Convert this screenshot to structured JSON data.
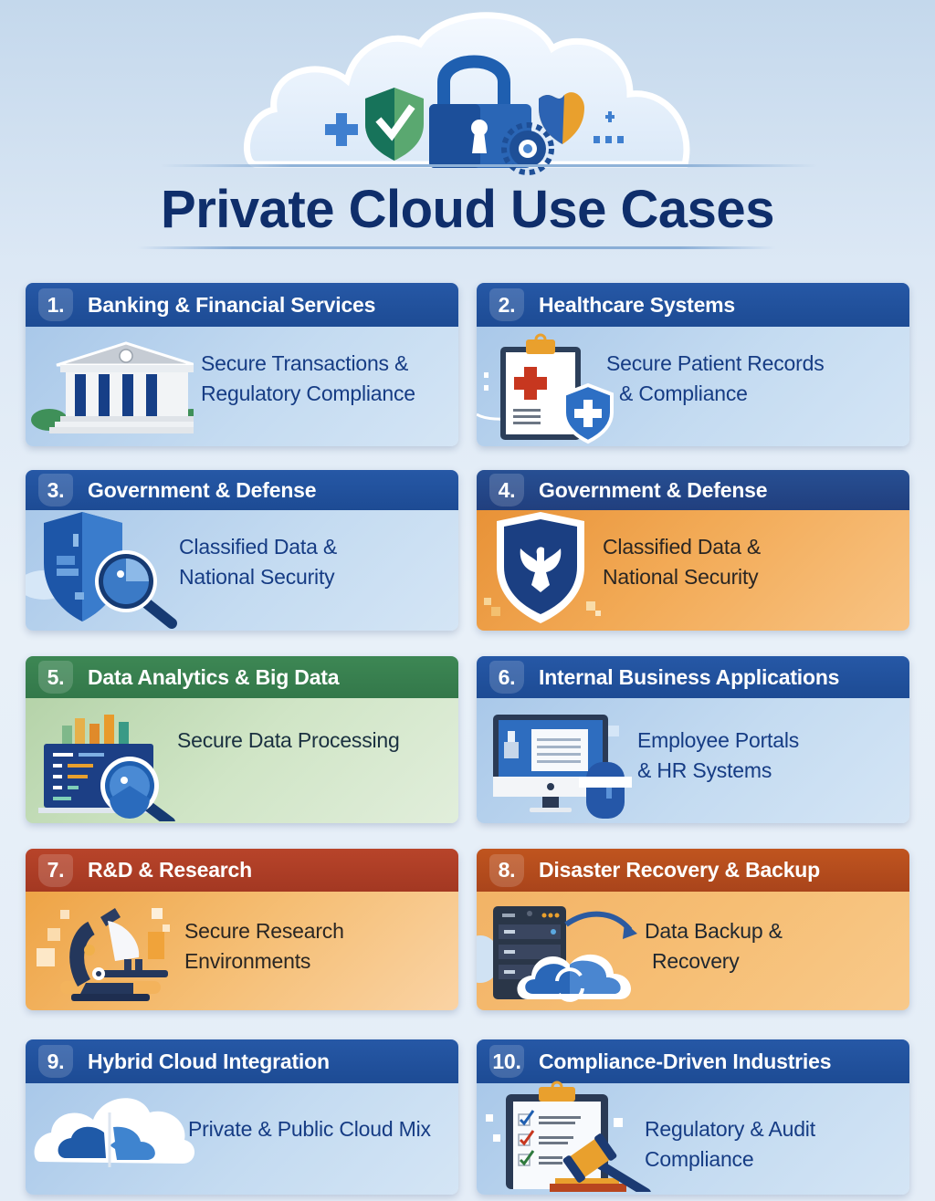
{
  "header": {
    "title": "Private Cloud Use Cases",
    "hero_icons": [
      "plus-icon",
      "shield-check-icon",
      "padlock-icon",
      "gear-icon",
      "shield-icon",
      "sparkle-icon",
      "dots-icon"
    ]
  },
  "colors": {
    "title": "#0f2e6b",
    "header_blue": "#1f4d96",
    "header_green": "#3a8050",
    "header_red": "#ad3d25",
    "header_rust": "#b54c1d",
    "body_blue": "#bcd5ef",
    "body_orange": "#f2aa56",
    "body_green": "#cfe4c5"
  },
  "cards": [
    {
      "number": "1.",
      "title": "Banking & Financial Services",
      "desc_line1": "Secure Transactions &",
      "desc_line2": "Regulatory Compliance",
      "icon": "bank-icon",
      "theme": "blue"
    },
    {
      "number": "2.",
      "title": "Healthcare Systems",
      "desc_line1": "Secure Patient Records",
      "desc_line2": "& Compliance",
      "icon": "medical-clipboard-icon",
      "theme": "blue"
    },
    {
      "number": "3.",
      "title": "Government & Defense",
      "desc_line1": "Classified Data &",
      "desc_line2": "National Security",
      "icon": "shield-magnifier-icon",
      "theme": "blue"
    },
    {
      "number": "4.",
      "title": "Government & Defense",
      "desc_line1": "Classified Data &",
      "desc_line2": "National Security",
      "icon": "eagle-shield-icon",
      "theme": "orange"
    },
    {
      "number": "5.",
      "title": "Data Analytics & Big Data",
      "desc_line1": "Secure Data Processing",
      "desc_line2": "",
      "icon": "analytics-magnifier-icon",
      "theme": "green"
    },
    {
      "number": "6.",
      "title": "Internal Business Applications",
      "desc_line1": "Employee Portals",
      "desc_line2": "& HR Systems",
      "icon": "desktop-computer-icon",
      "theme": "blue"
    },
    {
      "number": "7.",
      "title": "R&D & Research",
      "desc_line1": "Secure Research",
      "desc_line2": "Environments",
      "icon": "microscope-icon",
      "theme": "red"
    },
    {
      "number": "8.",
      "title": "Disaster Recovery & Backup",
      "desc_line1": "Data Backup &",
      "desc_line2": "Recovery",
      "icon": "server-cloud-sync-icon",
      "theme": "rust"
    },
    {
      "number": "9.",
      "title": "Hybrid Cloud Integration",
      "desc_line1": "Private & Public Cloud Mix",
      "desc_line2": "",
      "icon": "hybrid-cloud-icon",
      "theme": "blue"
    },
    {
      "number": "10.",
      "title": "Compliance-Driven Industries",
      "desc_line1": "Regulatory & Audit Compliance",
      "desc_line2": "",
      "icon": "checklist-gavel-icon",
      "theme": "blue"
    }
  ]
}
